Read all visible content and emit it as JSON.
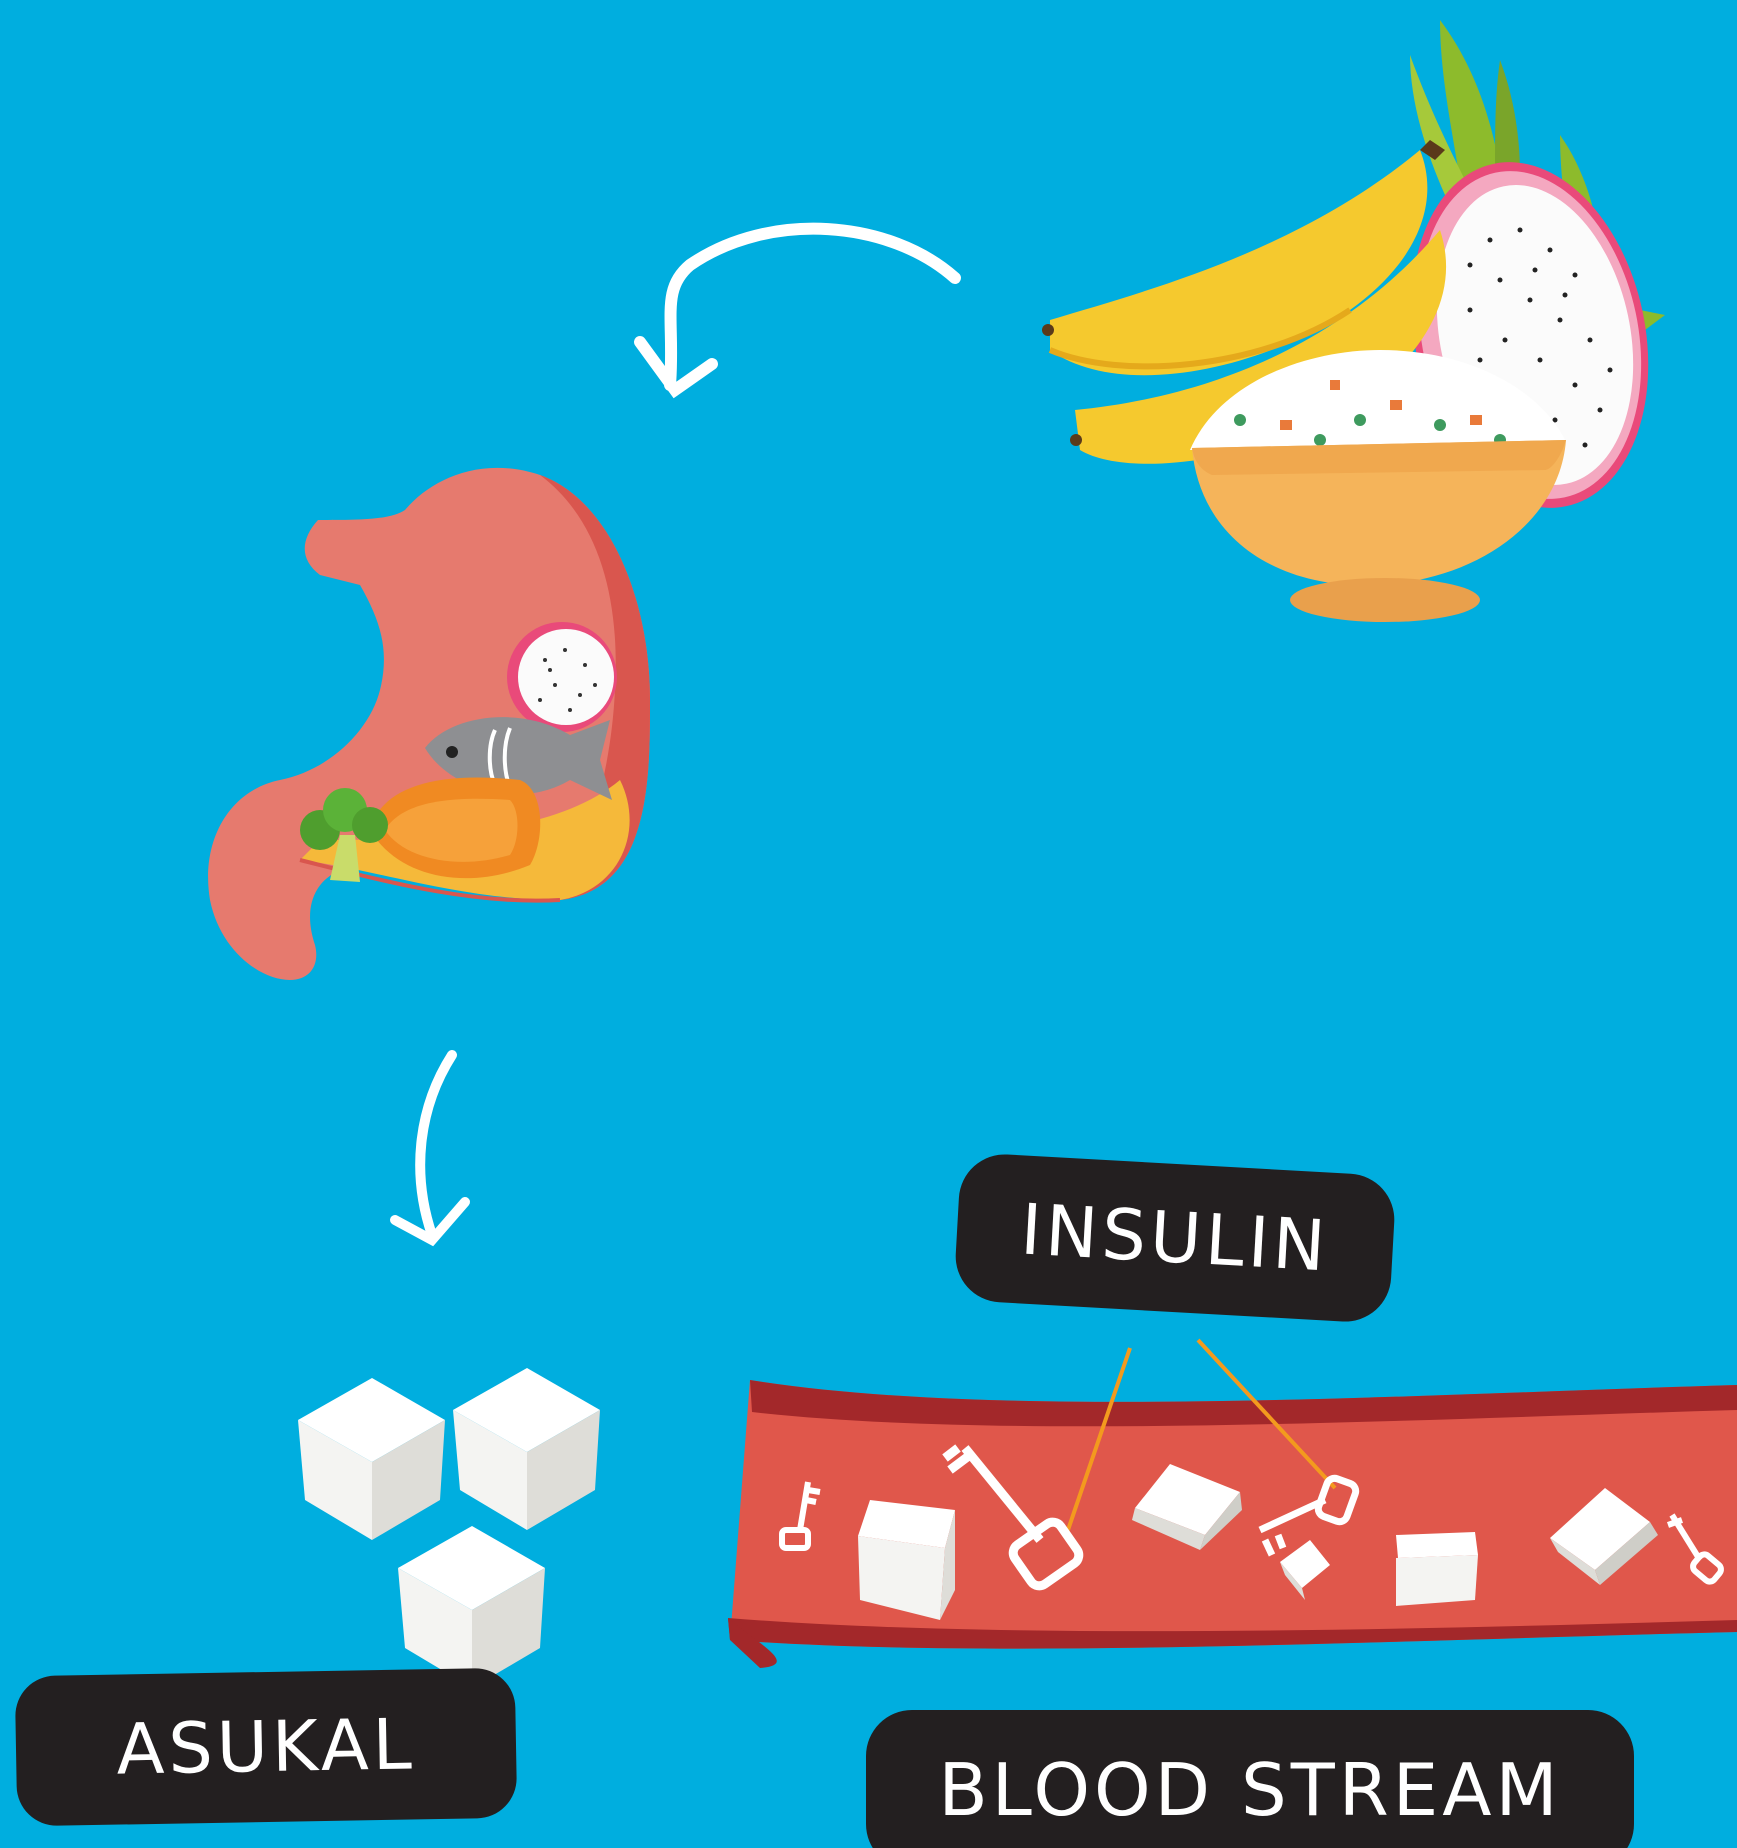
{
  "labels": {
    "insulin": "INSULIN",
    "asukal": "ASUKAL",
    "blood_stream": "BLOOD STREAM"
  },
  "colors": {
    "background": "#00AEDF",
    "label_bg": "#231F20",
    "label_text": "#FFFFFF",
    "vessel": "#E0574B",
    "vessel_edge": "#A3282A",
    "stomach": "#E67A6E",
    "arrow": "#FFFFFF",
    "insulin_line": "#F39A1E"
  },
  "icons": [
    "banana-icon",
    "dragon-fruit-icon",
    "rice-bowl-icon",
    "stomach-icon",
    "sugar-cube-icon",
    "key-icon",
    "curved-arrow-icon",
    "blood-vessel-icon"
  ]
}
